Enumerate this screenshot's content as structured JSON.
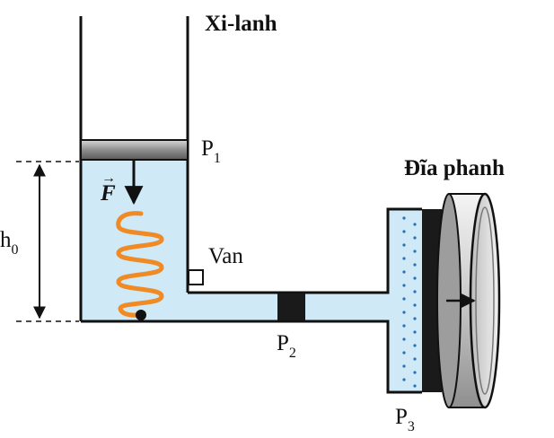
{
  "labels": {
    "cylinder": "Xi-lanh",
    "piston_1": "P",
    "piston_1_sub": "1",
    "brake_disc": "Đĩa phanh",
    "height": "h",
    "height_sub": "0",
    "valve": "Van",
    "piston_2": "P",
    "piston_2_sub": "2",
    "piston_3": "P",
    "piston_3_sub": "3",
    "force": "F"
  },
  "colors": {
    "liquid": "#cfe9f7",
    "outline": "#111111",
    "spring": "#f08a24",
    "piston_gray": "#9a9a9a",
    "piston_dark": "#1a1a1a",
    "disc_light": "#e6e6e6",
    "disc_mid": "#b9b9b9",
    "dots": "#2a6fb0"
  }
}
